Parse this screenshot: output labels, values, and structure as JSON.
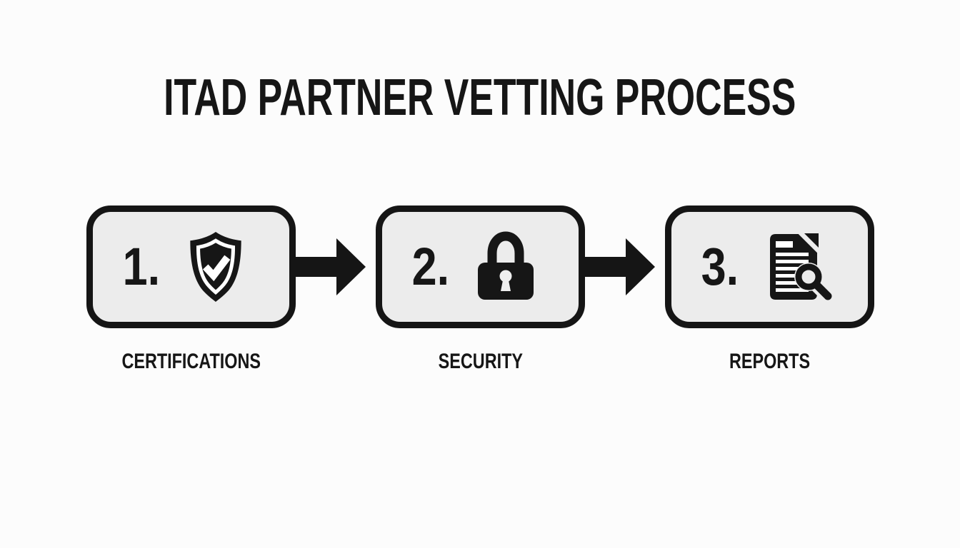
{
  "title": "ITAD PARTNER VETTING PROCESS",
  "colors": {
    "background": "#fcfcfc",
    "box_fill": "#ececec",
    "box_border": "#151515",
    "ink": "#161616",
    "icon_detail": "#ffffff"
  },
  "steps": [
    {
      "number": "1.",
      "icon": "shield-check-icon",
      "label": "CERTIFICATIONS"
    },
    {
      "number": "2.",
      "icon": "padlock-icon",
      "label": "SECURITY"
    },
    {
      "number": "3.",
      "icon": "report-magnifier-icon",
      "label": "REPORTS"
    }
  ],
  "connectors": [
    {
      "icon": "arrow-right-icon"
    },
    {
      "icon": "arrow-right-icon"
    }
  ]
}
